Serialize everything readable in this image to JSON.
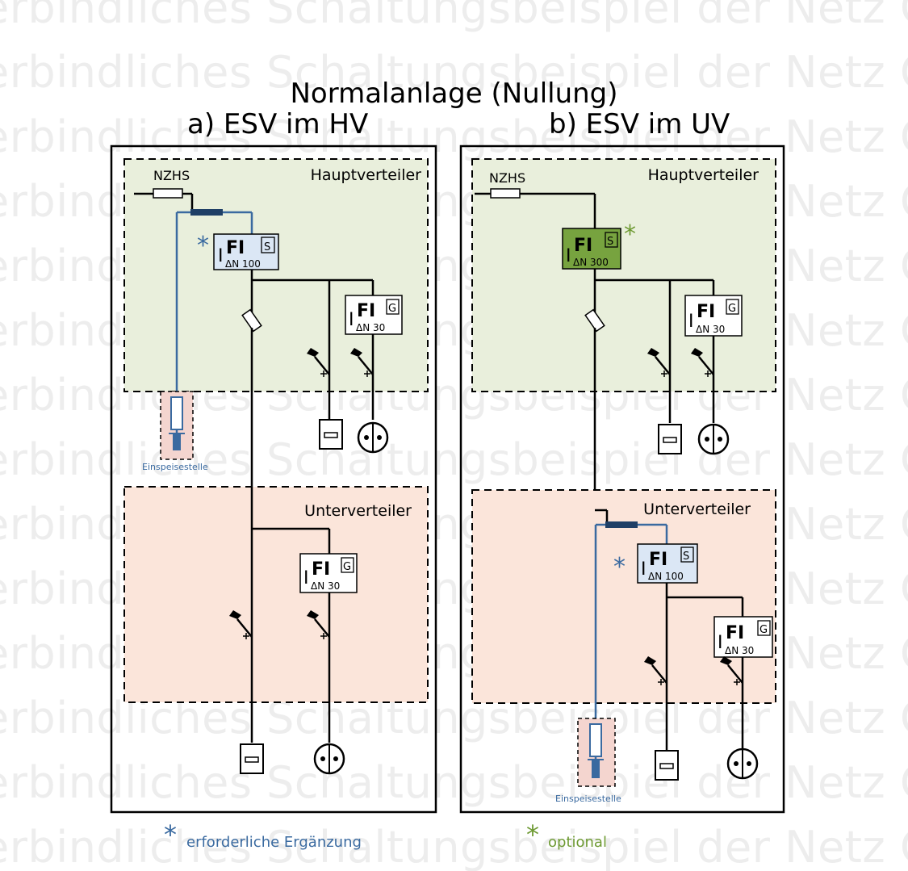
{
  "watermark": "erbindliches Schaltungsbeispiel der Netz O",
  "title": "Normalanlage (Nullung)",
  "variant_a": "a) ESV im HV",
  "variant_b": "b) ESV im UV",
  "labels": {
    "nzhs": "NZHS",
    "hauptverteiler": "Hauptverteiler",
    "unterverteiler": "Unterverteiler",
    "einspeisestelle": "Einspeisestelle",
    "asterisk": "*"
  },
  "rcd": {
    "fi": "FI",
    "i": "I",
    "type_s": "S",
    "type_g": "G",
    "rating_100": "ΔN 100",
    "rating_300": "ΔN 300",
    "rating_30": "ΔN 30"
  },
  "legend": {
    "required": "erforderliche Ergänzung",
    "optional": "optional"
  },
  "colors": {
    "hv_fill": "#e9efdc",
    "uv_fill": "#fbe5da",
    "feed_fill": "#f4d5cf",
    "blue_line": "#3a6aa0",
    "rcd_blue": "#dbe7f5",
    "rcd_green": "#77a33f",
    "asterisk_blue": "#3a6aa0",
    "asterisk_green": "#6e9a33"
  }
}
